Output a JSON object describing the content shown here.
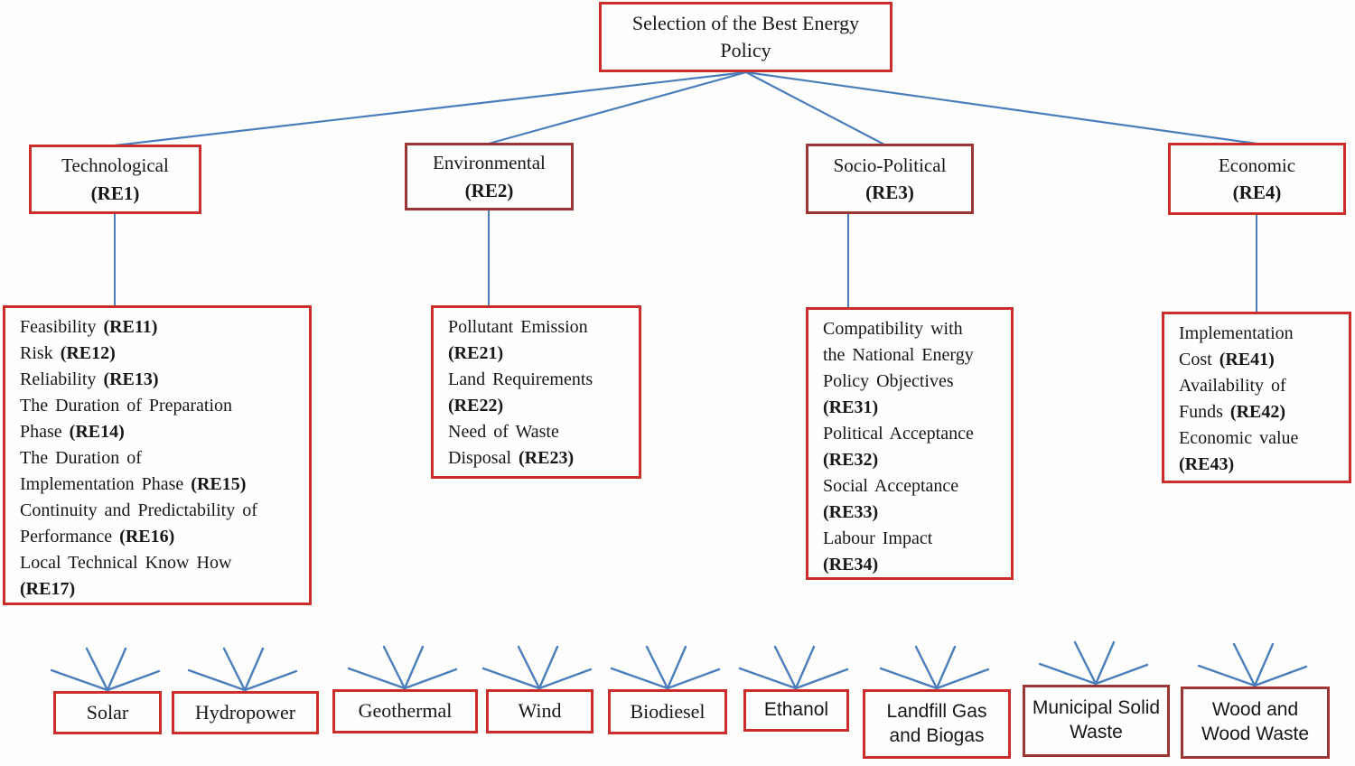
{
  "colors": {
    "line_blue": "#4a7ebb",
    "border_red": "#cb2e2a",
    "border_dark_red": "#9c3533",
    "text": "#171717",
    "background": "#fdfdfc"
  },
  "goal": {
    "label": "Selection of the Best Energy Policy"
  },
  "criteria": [
    {
      "label": "Technological",
      "code": "(RE1)"
    },
    {
      "label": "Environmental",
      "code": "(RE2)"
    },
    {
      "label": "Socio-Political",
      "code": "(RE3)"
    },
    {
      "label": "Economic",
      "code": "(RE4)"
    }
  ],
  "sub_criteria": [
    {
      "criterion": "Technological",
      "lines": [
        [
          {
            "t": "Feasibility ",
            "b": false
          },
          {
            "t": "(RE11)",
            "b": true
          }
        ],
        [
          {
            "t": "Risk ",
            "b": false
          },
          {
            "t": "(RE12)",
            "b": true
          }
        ],
        [
          {
            "t": "Reliability ",
            "b": false
          },
          {
            "t": "(RE13)",
            "b": true
          }
        ],
        [
          {
            "t": "The Duration of Preparation",
            "b": false
          }
        ],
        [
          {
            "t": "Phase ",
            "b": false
          },
          {
            "t": "(RE14)",
            "b": true
          }
        ],
        [
          {
            "t": "The Duration of",
            "b": false
          }
        ],
        [
          {
            "t": "Implementation Phase ",
            "b": false
          },
          {
            "t": "(RE15)",
            "b": true
          }
        ],
        [
          {
            "t": "Continuity and Predictability of",
            "b": false
          }
        ],
        [
          {
            "t": "Performance ",
            "b": false
          },
          {
            "t": "(RE16)",
            "b": true
          }
        ],
        [
          {
            "t": "Local Technical Know How",
            "b": false
          }
        ],
        [
          {
            "t": "(RE17)",
            "b": true
          }
        ]
      ]
    },
    {
      "criterion": "Environmental",
      "lines": [
        [
          {
            "t": "Pollutant Emission",
            "b": false
          }
        ],
        [
          {
            "t": "(RE21)",
            "b": true
          }
        ],
        [
          {
            "t": "Land Requirements",
            "b": false
          }
        ],
        [
          {
            "t": "(RE22)",
            "b": true
          }
        ],
        [
          {
            "t": "Need of Waste",
            "b": false
          }
        ],
        [
          {
            "t": "Disposal ",
            "b": false
          },
          {
            "t": "(RE23)",
            "b": true
          }
        ]
      ]
    },
    {
      "criterion": "Socio-Political",
      "lines": [
        [
          {
            "t": "Compatibility with",
            "b": false
          }
        ],
        [
          {
            "t": "the National Energy",
            "b": false
          }
        ],
        [
          {
            "t": "Policy Objectives",
            "b": false
          }
        ],
        [
          {
            "t": "(RE31)",
            "b": true
          }
        ],
        [
          {
            "t": "Political Acceptance",
            "b": false
          }
        ],
        [
          {
            "t": "(RE32)",
            "b": true
          }
        ],
        [
          {
            "t": "Social Acceptance",
            "b": false
          }
        ],
        [
          {
            "t": "(RE33)",
            "b": true
          }
        ],
        [
          {
            "t": "Labour Impact",
            "b": false
          }
        ],
        [
          {
            "t": "(RE34)",
            "b": true
          }
        ]
      ]
    },
    {
      "criterion": "Economic",
      "lines": [
        [
          {
            "t": "Implementation",
            "b": false
          }
        ],
        [
          {
            "t": "Cost ",
            "b": false
          },
          {
            "t": "(RE41)",
            "b": true
          }
        ],
        [
          {
            "t": "Availability of",
            "b": false
          }
        ],
        [
          {
            "t": "Funds ",
            "b": false
          },
          {
            "t": "(RE42)",
            "b": true
          }
        ],
        [
          {
            "t": "Economic value",
            "b": false
          }
        ],
        [
          {
            "t": "(RE43)",
            "b": true
          }
        ]
      ]
    }
  ],
  "alternatives": [
    "Solar",
    "Hydropower",
    "Geothermal",
    "Wind",
    "Biodiesel",
    "Ethanol",
    "Landfill Gas and Biogas",
    "Municipal Solid Waste",
    "Wood and Wood Waste"
  ]
}
